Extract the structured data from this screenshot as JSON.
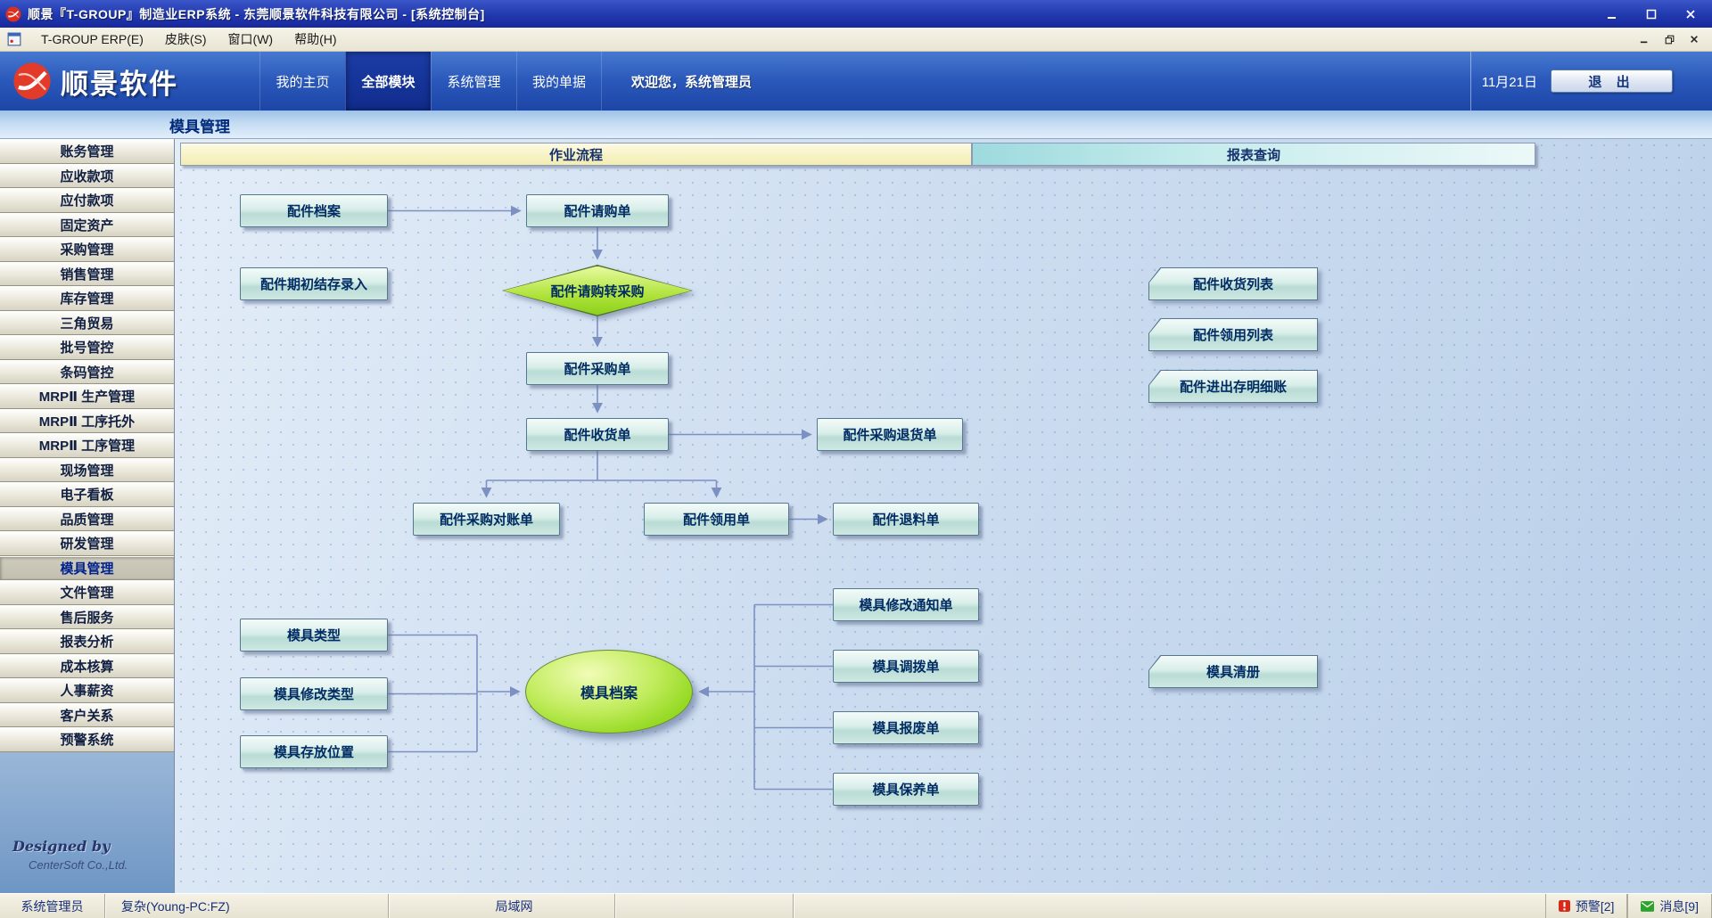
{
  "window": {
    "title": "顺景『T-GROUP』制造业ERP系统 - 东莞顺景软件科技有限公司 - [系统控制台]"
  },
  "menu_bar": {
    "items": [
      "T-GROUP ERP(E)",
      "皮肤(S)",
      "窗口(W)",
      "帮助(H)"
    ]
  },
  "banner": {
    "logo_text": "顺景软件",
    "tabs": [
      "我的主页",
      "全部模块",
      "系统管理",
      "我的单据"
    ],
    "active_tab": "全部模块",
    "welcome": "欢迎您，系统管理员",
    "date": "11月21日",
    "exit_label": "退 出"
  },
  "page": {
    "title": "模具管理"
  },
  "sidebar": {
    "items": [
      "账务管理",
      "应收款项",
      "应付款项",
      "固定资产",
      "采购管理",
      "销售管理",
      "库存管理",
      "三角贸易",
      "批号管控",
      "条码管控",
      "MRPⅡ 生产管理",
      "MRPⅡ 工序托外",
      "MRPⅡ 工序管理",
      "现场管理",
      "电子看板",
      "品质管理",
      "研发管理",
      "模具管理",
      "文件管理",
      "售后服务",
      "报表分析",
      "成本核算",
      "人事薪资",
      "客户关系",
      "预警系统"
    ],
    "selected_item": "模具管理",
    "footer_line1": "Designed by",
    "footer_line2": "CenterSoft Co.,Ltd."
  },
  "flow": {
    "headers": {
      "process": "作业流程",
      "reports": "报表查询"
    },
    "nodes": {
      "parts_archive": "配件档案",
      "parts_requisition": "配件请购单",
      "parts_opening_balance": "配件期初结存录入",
      "requisition_to_purchase": "配件请购转采购",
      "parts_purchase_order": "配件采购单",
      "parts_receipt": "配件收货单",
      "parts_purchase_return": "配件采购退货单",
      "parts_purchase_reconciliation": "配件采购对账单",
      "parts_issue": "配件领用单",
      "parts_material_return": "配件退料单",
      "parts_receipt_list": "配件收货列表",
      "parts_issue_list": "配件领用列表",
      "parts_inout_ledger": "配件进出存明细账",
      "mold_modify_notice": "模具修改通知单",
      "mold_type": "模具类型",
      "mold_transfer": "模具调拨单",
      "mold_modify_type": "模具修改类型",
      "mold_archive": "模具档案",
      "mold_register": "模具清册",
      "mold_scrap": "模具报废单",
      "mold_location": "模具存放位置",
      "mold_maintenance": "模具保养单"
    }
  },
  "status_bar": {
    "user": "系统管理员",
    "connection": "复杂(Young-PC:FZ)",
    "network": "局域网",
    "alerts": "预警[2]",
    "messages": "消息[9]"
  },
  "colors": {
    "title_bar_blue": "#2138ae",
    "banner_blue": "#2a58ba",
    "node_teal": "#cfe8e2",
    "flow_green": "#9ade2c",
    "header_yellow": "#f3edb0",
    "header_cyan": "#aee0e2"
  }
}
